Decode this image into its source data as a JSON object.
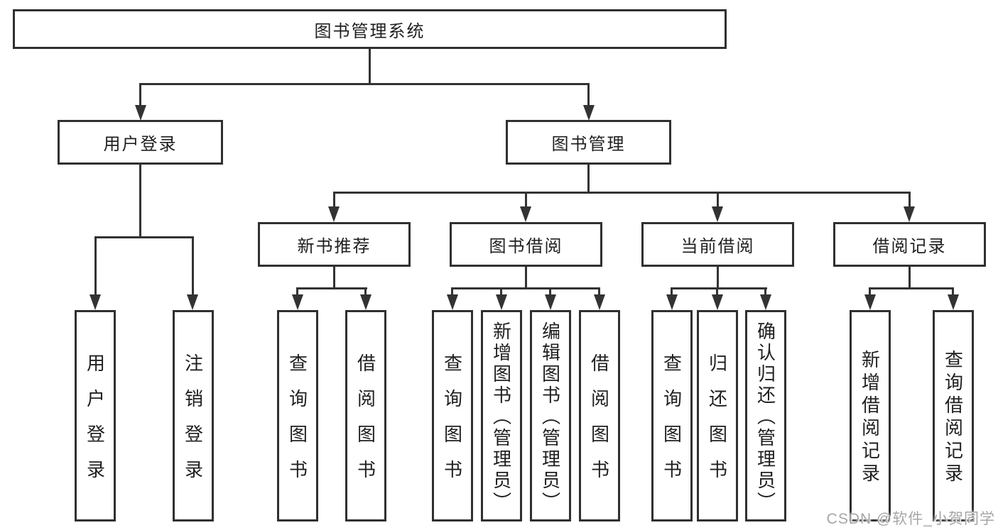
{
  "colors": {
    "line": "#333333",
    "box_border": "#303030",
    "text": "#1f1f1f",
    "background": "#ffffff",
    "watermark": "#a6a6a6"
  },
  "root": {
    "label": "图书管理系统"
  },
  "login": {
    "label": "用户登录",
    "leaves": [
      "用户登录",
      "注销登录"
    ]
  },
  "mgmt": {
    "label": "图书管理",
    "sections": [
      {
        "label": "新书推荐",
        "leaves": [
          "查询图书",
          "借阅图书"
        ]
      },
      {
        "label": "图书借阅",
        "leaves": [
          "查询图书",
          "新增图书（管理员）",
          "编辑图书（管理员）",
          "借阅图书"
        ]
      },
      {
        "label": "当前借阅",
        "leaves": [
          "查询图书",
          "归还图书",
          "确认归还（管理员）"
        ]
      },
      {
        "label": "借阅记录",
        "leaves": [
          "新增借阅记录",
          "查询借阅记录"
        ]
      }
    ]
  },
  "watermark": {
    "text": "CSDN @软件_小贺同学"
  }
}
